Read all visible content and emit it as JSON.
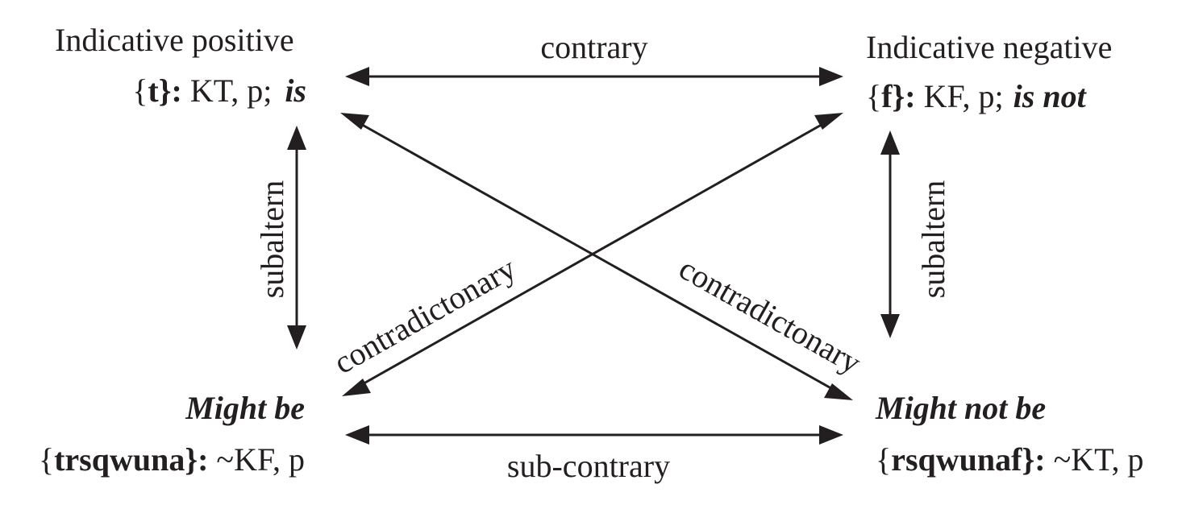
{
  "colors": {
    "ink": "#231f20",
    "background": "#ffffff"
  },
  "corners": {
    "top_left": {
      "title": "Indicative positive",
      "open": "{",
      "set": "t",
      "close": "}:",
      "formula": " KT, p;",
      "word": "is"
    },
    "top_right": {
      "title": "Indicative negative",
      "open": "{",
      "set": "f",
      "close": "}:",
      "formula": " KF, p;",
      "word": "is not"
    },
    "bottom_left": {
      "title": "Might be",
      "open": "{",
      "set": "trsqwuna",
      "close": "}:",
      "formula": " ~KF, p"
    },
    "bottom_right": {
      "title": "Might not be",
      "open": "{",
      "set": "rsqwunaf",
      "close": "}:",
      "formula": " ~KT, p"
    }
  },
  "relations": {
    "top": "contrary",
    "bottom": "sub-contrary",
    "left": "subaltern",
    "right": "subaltern",
    "diagonal_rising": "contradictonary",
    "diagonal_falling": "contradictonary"
  }
}
